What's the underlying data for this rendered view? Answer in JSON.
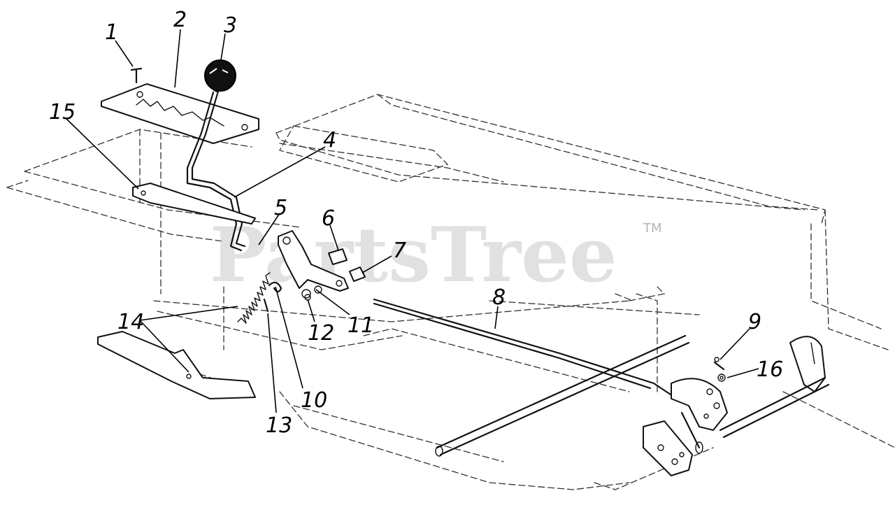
{
  "watermark": {
    "text": "PartsTree",
    "trademark": "TM",
    "color": "#c9c9c9"
  },
  "callouts": [
    {
      "id": "1",
      "label": "1"
    },
    {
      "id": "2",
      "label": "2"
    },
    {
      "id": "3",
      "label": "3"
    },
    {
      "id": "4",
      "label": "4"
    },
    {
      "id": "5",
      "label": "5"
    },
    {
      "id": "6",
      "label": "6"
    },
    {
      "id": "7",
      "label": "7"
    },
    {
      "id": "8",
      "label": "8"
    },
    {
      "id": "9",
      "label": "9"
    },
    {
      "id": "10",
      "label": "10"
    },
    {
      "id": "11",
      "label": "11"
    },
    {
      "id": "12",
      "label": "12"
    },
    {
      "id": "13",
      "label": "13"
    },
    {
      "id": "14",
      "label": "14"
    },
    {
      "id": "15",
      "label": "15"
    },
    {
      "id": "16",
      "label": "16"
    }
  ]
}
